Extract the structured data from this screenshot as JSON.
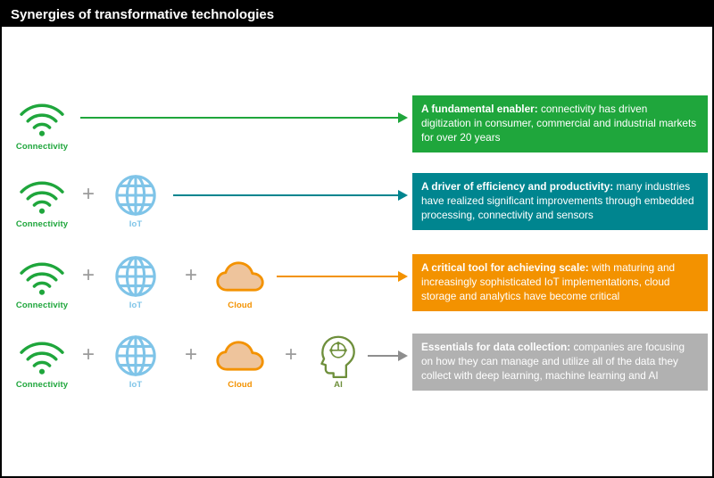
{
  "title": "Synergies of transformative technologies",
  "labels": {
    "connectivity": "Connectivity",
    "iot": "IoT",
    "cloud": "Cloud",
    "ai": "AI",
    "plus": "+"
  },
  "rows": [
    {
      "lead": "A fundamental enabler:",
      "body": "connectivity has driven digitization in consumer, commercial and industrial markets for over 20 years"
    },
    {
      "lead": "A driver of efficiency and productivity:",
      "body": "many industries have realized significant improvements through embedded processing, connectivity and sensors"
    },
    {
      "lead": "A critical tool for achieving scale:",
      "body": "with maturing and increasingly sophisticated IoT implementations, cloud storage and analytics have become critical"
    },
    {
      "lead": "Essentials for data collection:",
      "body": "companies are focusing on how they can manage and utilize all of the data they collect with deep learning, machine learning and AI"
    }
  ],
  "colors": {
    "green": "#1FA63C",
    "teal": "#00858F",
    "orange": "#F39200",
    "graybox": "#B1B1B1",
    "arrowgray": "#8E8E8E",
    "iotblue": "#7FC4E8",
    "cloudfill": "#EEC49C",
    "olive": "#6E8F3B",
    "plus": "#9B9B9B",
    "titlebar": "#000000"
  }
}
